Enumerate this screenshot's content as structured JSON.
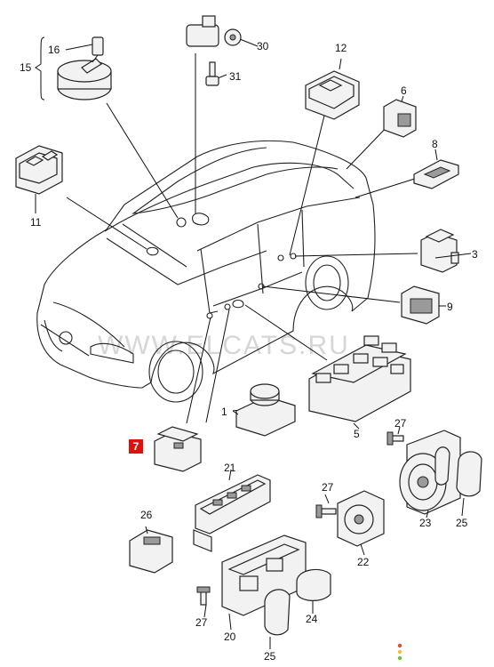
{
  "watermark": "WWW.ELCATS.RU",
  "highlighted_callout": "7",
  "callouts": {
    "c1": "1",
    "c3": "3",
    "c5": "5",
    "c6": "6",
    "c8": "8",
    "c9": "9",
    "c11": "11",
    "c12": "12",
    "c15": "15",
    "c16": "16",
    "c20": "20",
    "c21": "21",
    "c22": "22",
    "c23": "23",
    "c24": "24",
    "c25a": "25",
    "c25b": "25",
    "c26": "26",
    "c27a": "27",
    "c27b": "27",
    "c27c": "27",
    "c30": "30",
    "c31": "31"
  },
  "colors": {
    "highlight": "#e01010",
    "line": "#111111",
    "watermark": "#d6d6d6"
  }
}
